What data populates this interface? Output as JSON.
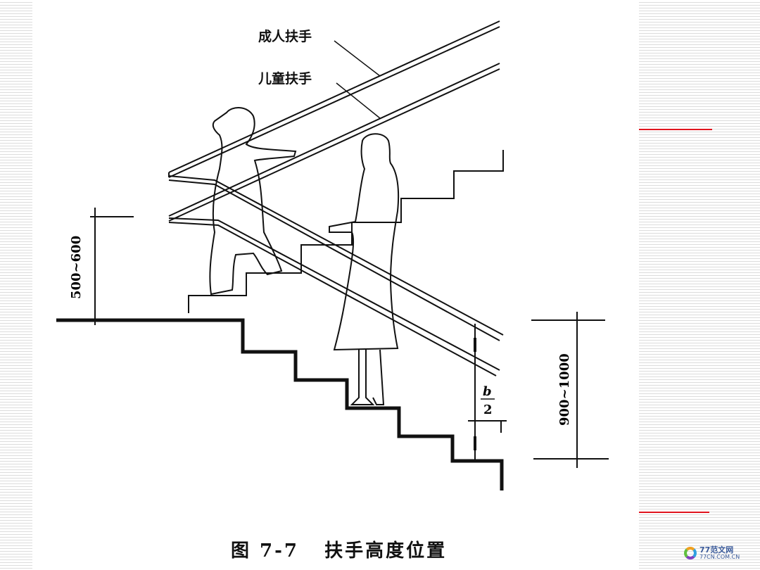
{
  "labels": {
    "adult_handrail": "成人扶手",
    "child_handrail": "儿童扶手",
    "dim_child": "500~600",
    "dim_adult": "900~1000",
    "frac_num": "b",
    "frac_den": "2"
  },
  "caption": "图 7-7   扶手高度位置",
  "logo": {
    "name": "77范文网",
    "url_text": "77CN.COM.CN"
  },
  "colors": {
    "accent_line": "#e0141e",
    "ink": "#111111"
  }
}
